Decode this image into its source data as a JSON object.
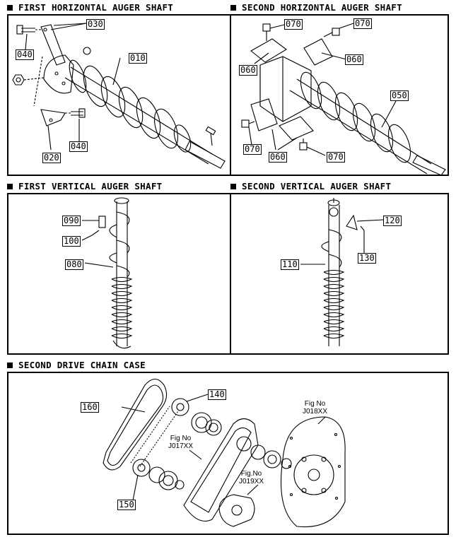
{
  "sections": {
    "first_horizontal": "FIRST HORIZONTAL AUGER SHAFT",
    "second_horizontal": "SECOND HORIZONTAL AUGER SHAFT",
    "first_vertical": "FIRST VERTICAL AUGER SHAFT",
    "second_vertical": "SECOND VERTICAL AUGER SHAFT",
    "second_drive": "SECOND DRIVE CHAIN CASE"
  },
  "parts": {
    "p010": "010",
    "p020": "020",
    "p030": "030",
    "p040a": "040",
    "p040b": "040",
    "p050": "050",
    "p060a": "060",
    "p060b": "060",
    "p060c": "060",
    "p070a": "070",
    "p070b": "070",
    "p070c": "070",
    "p070d": "070",
    "p080": "080",
    "p090": "090",
    "p100": "100",
    "p110": "110",
    "p120": "120",
    "p130": "130",
    "p140": "140",
    "p150": "150",
    "p160": "160"
  },
  "figrefs": {
    "j018": "Fig No\nJ018XX",
    "j017": "Fig No\nJ017XX",
    "j019": "Fig.No\nJ019XX"
  }
}
